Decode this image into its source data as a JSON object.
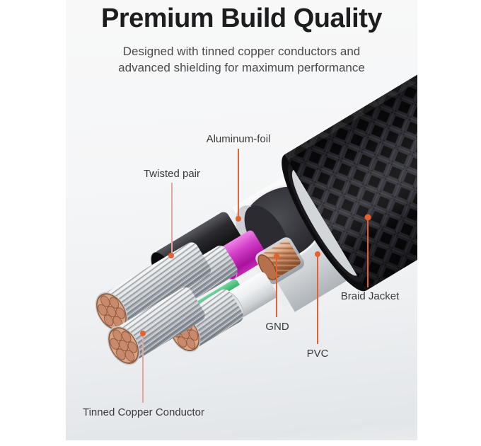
{
  "header": {
    "title": "Premium Build Quality",
    "subtitle_line1": "Designed with tinned copper conductors and",
    "subtitle_line2": "advanced shielding for maximum performance"
  },
  "labels": {
    "aluminum_foil": "Aluminum-foil",
    "twisted_pair": "Twisted pair",
    "braid_jacket": "Braid Jacket",
    "gnd": "GND",
    "pvc": "PVC",
    "tinned_copper": "Tinned Copper Conductor"
  },
  "colors": {
    "accent_line": "#E4602F",
    "accent_line_soft": "#DFA89A",
    "braid_black": "#101013",
    "pvc_white": "#ECEEF0",
    "aluminum_foil_silver": "#CDD0D5",
    "magenta_wire": "#C838C2",
    "green_wire": "#2CA95F",
    "gnd_copper": "#C08A6D",
    "tinned_conductor_silver": "#CDD1D5",
    "copper_core": "#C88A6D"
  }
}
